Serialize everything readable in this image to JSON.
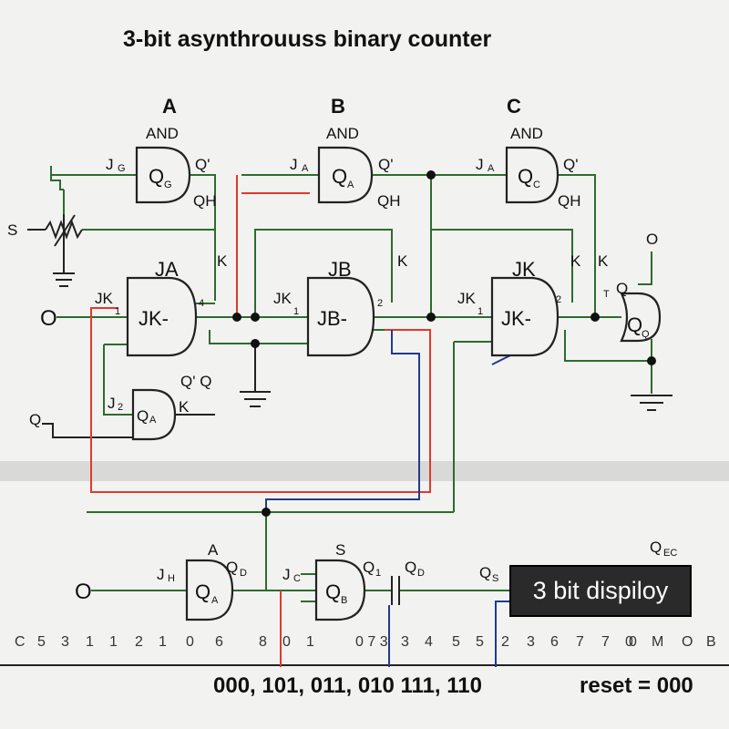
{
  "title": "3-bit asynthrouuss binary counter",
  "columns": {
    "a": "A",
    "b": "B",
    "c": "C"
  },
  "and_label": "AND",
  "top_gates": {
    "g1": {
      "input": "J",
      "input_sub": "G",
      "body": "Q",
      "body_sub": "G",
      "out": "Q'",
      "out2": "QH"
    },
    "g2": {
      "input": "J",
      "input_sub": "A",
      "body": "Q",
      "body_sub": "A",
      "out": "Q'",
      "out2": "QH"
    },
    "g3": {
      "input": "J",
      "input_sub": "A",
      "body": "Q",
      "body_sub": "C",
      "out": "Q'",
      "out2": "QH"
    }
  },
  "left_input": {
    "s": "S",
    "o": "O"
  },
  "flipflops": {
    "ja": {
      "name": "JA",
      "jk": "JK",
      "jk_sub": "1",
      "body": "JK-",
      "out_num": "4",
      "k": "K"
    },
    "jb": {
      "name": "JB",
      "jk": "JK",
      "jk_sub": "1",
      "body": "JB-",
      "out_num": "2",
      "k": "K"
    },
    "jk": {
      "name": "JK",
      "jk": "JK",
      "jk_sub": "1",
      "body": "JK-",
      "out_num": "2",
      "k": "K"
    }
  },
  "right_side": {
    "k": "K",
    "o": "O",
    "q": "Q",
    "body": "Q",
    "body_sub": "Q",
    "t": "T"
  },
  "lower_gate": {
    "q_left": "Q",
    "j": "J",
    "j_sub": "2",
    "body": "Q",
    "body_sub": "A",
    "k": "K",
    "label": "Q' Q"
  },
  "bottom_row": {
    "o": "O",
    "gate1": {
      "top": "A",
      "j": "J",
      "j_sub": "H",
      "body": "Q",
      "body_sub": "A",
      "out": "Q",
      "out_sub": "D"
    },
    "gate2": {
      "top": "S",
      "j": "J",
      "j_sub": "C",
      "body": "Q",
      "body_sub": "B",
      "out": "Q",
      "out_sub": "1"
    },
    "qd": {
      "q": "Q",
      "sub": "D"
    },
    "qs": {
      "q": "Q",
      "sub": "S"
    },
    "qec": {
      "q": "Q",
      "sub": "EC"
    },
    "display": "3 bit dispiloy"
  },
  "ruler": [
    "C",
    "5",
    "3",
    "1",
    "1",
    "2",
    "1",
    "0",
    "6",
    "8",
    "0",
    "1",
    "0 7 3",
    "3",
    "4",
    "5",
    "5",
    "2",
    "3",
    "6",
    "7",
    "7",
    "0",
    "0",
    "M",
    "O",
    "B"
  ],
  "sequence": "000, 101, 011, 010 111, 110",
  "reset": "reset = 000"
}
